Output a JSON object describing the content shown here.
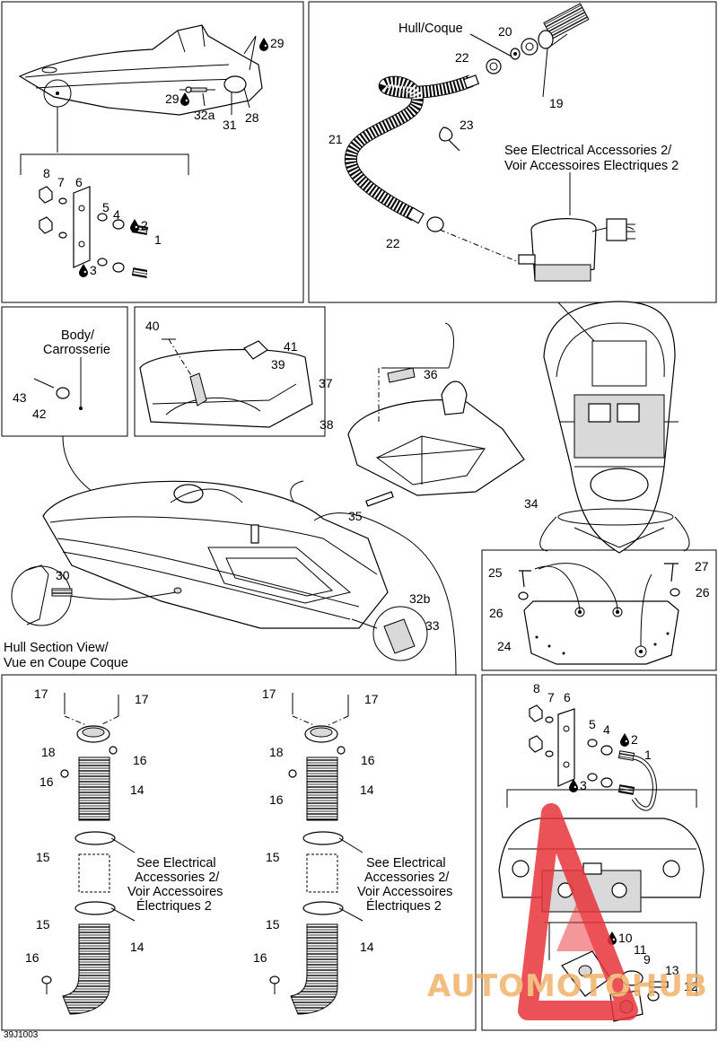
{
  "captions": {
    "hull": "Hull/Coque",
    "see_elec_top_1": "See Electrical Accessories 2/",
    "see_elec_top_2": "Voir Accessoires Electriques 2",
    "body_1": "Body/",
    "body_2": "Carrosserie",
    "hull_section_1": "Hull Section View/",
    "hull_section_2": "Vue en Coupe Coque",
    "see_elec_a_1": "See Electrical",
    "see_elec_a_2": "Accessories 2/",
    "see_elec_a_3": "Voir Accessoires",
    "see_elec_a_4": "Électriques 2",
    "see_elec_b_1": "See Electrical",
    "see_elec_b_2": "Accessories 2/",
    "see_elec_b_3": "Voir Accessoires",
    "see_elec_b_4": "Électriques 2",
    "figure_code": "39J1003"
  },
  "callouts": [
    {
      "id": "c29a",
      "label": "29"
    },
    {
      "id": "c29b",
      "label": "29"
    },
    {
      "id": "c32a",
      "label": "32a"
    },
    {
      "id": "c31",
      "label": "31"
    },
    {
      "id": "c28",
      "label": "28"
    },
    {
      "id": "tl8",
      "label": "8"
    },
    {
      "id": "tl7",
      "label": "7"
    },
    {
      "id": "tl6",
      "label": "6"
    },
    {
      "id": "tl5",
      "label": "5"
    },
    {
      "id": "tl4",
      "label": "4"
    },
    {
      "id": "tl2",
      "label": "2"
    },
    {
      "id": "tl1",
      "label": "1"
    },
    {
      "id": "tl3",
      "label": "3"
    },
    {
      "id": "c20",
      "label": "20"
    },
    {
      "id": "c22a",
      "label": "22"
    },
    {
      "id": "c19",
      "label": "19"
    },
    {
      "id": "c23",
      "label": "23"
    },
    {
      "id": "c21",
      "label": "21"
    },
    {
      "id": "c22b",
      "label": "22"
    },
    {
      "id": "c40",
      "label": "40"
    },
    {
      "id": "c41",
      "label": "41"
    },
    {
      "id": "c39",
      "label": "39"
    },
    {
      "id": "c43",
      "label": "43"
    },
    {
      "id": "c42",
      "label": "42"
    },
    {
      "id": "c37",
      "label": "37"
    },
    {
      "id": "c36",
      "label": "36"
    },
    {
      "id": "c38",
      "label": "38"
    },
    {
      "id": "c34",
      "label": "34"
    },
    {
      "id": "c35",
      "label": "35"
    },
    {
      "id": "c30",
      "label": "30"
    },
    {
      "id": "c32b",
      "label": "32b"
    },
    {
      "id": "c33",
      "label": "33"
    },
    {
      "id": "c25",
      "label": "25"
    },
    {
      "id": "c27",
      "label": "27"
    },
    {
      "id": "c26a",
      "label": "26"
    },
    {
      "id": "c26b",
      "label": "26"
    },
    {
      "id": "c24",
      "label": "24"
    },
    {
      "id": "a17a",
      "label": "17"
    },
    {
      "id": "a17b",
      "label": "17"
    },
    {
      "id": "a18",
      "label": "18"
    },
    {
      "id": "a16a",
      "label": "16"
    },
    {
      "id": "a16b",
      "label": "16"
    },
    {
      "id": "a14a",
      "label": "14"
    },
    {
      "id": "a15a",
      "label": "15"
    },
    {
      "id": "a15b",
      "label": "15"
    },
    {
      "id": "a16c",
      "label": "16"
    },
    {
      "id": "a14b",
      "label": "14"
    },
    {
      "id": "b17a",
      "label": "17"
    },
    {
      "id": "b17b",
      "label": "17"
    },
    {
      "id": "b18",
      "label": "18"
    },
    {
      "id": "b16a",
      "label": "16"
    },
    {
      "id": "b16b",
      "label": "16"
    },
    {
      "id": "b14a",
      "label": "14"
    },
    {
      "id": "b15a",
      "label": "15"
    },
    {
      "id": "b15b",
      "label": "15"
    },
    {
      "id": "b16c",
      "label": "16"
    },
    {
      "id": "b14b",
      "label": "14"
    },
    {
      "id": "br8",
      "label": "8"
    },
    {
      "id": "br7",
      "label": "7"
    },
    {
      "id": "br6",
      "label": "6"
    },
    {
      "id": "br5",
      "label": "5"
    },
    {
      "id": "br4",
      "label": "4"
    },
    {
      "id": "br2",
      "label": "2"
    },
    {
      "id": "br1",
      "label": "1"
    },
    {
      "id": "br3",
      "label": "3"
    },
    {
      "id": "br10",
      "label": "10"
    },
    {
      "id": "br11",
      "label": "11"
    },
    {
      "id": "br9",
      "label": "9"
    },
    {
      "id": "br13",
      "label": "13"
    },
    {
      "id": "br12",
      "label": "12"
    }
  ],
  "watermark": {
    "text": "AUTOMOTOHUB",
    "color": "#f2b26b",
    "triangle_color": "#e8343a"
  },
  "icons": [
    "drop-icon"
  ]
}
